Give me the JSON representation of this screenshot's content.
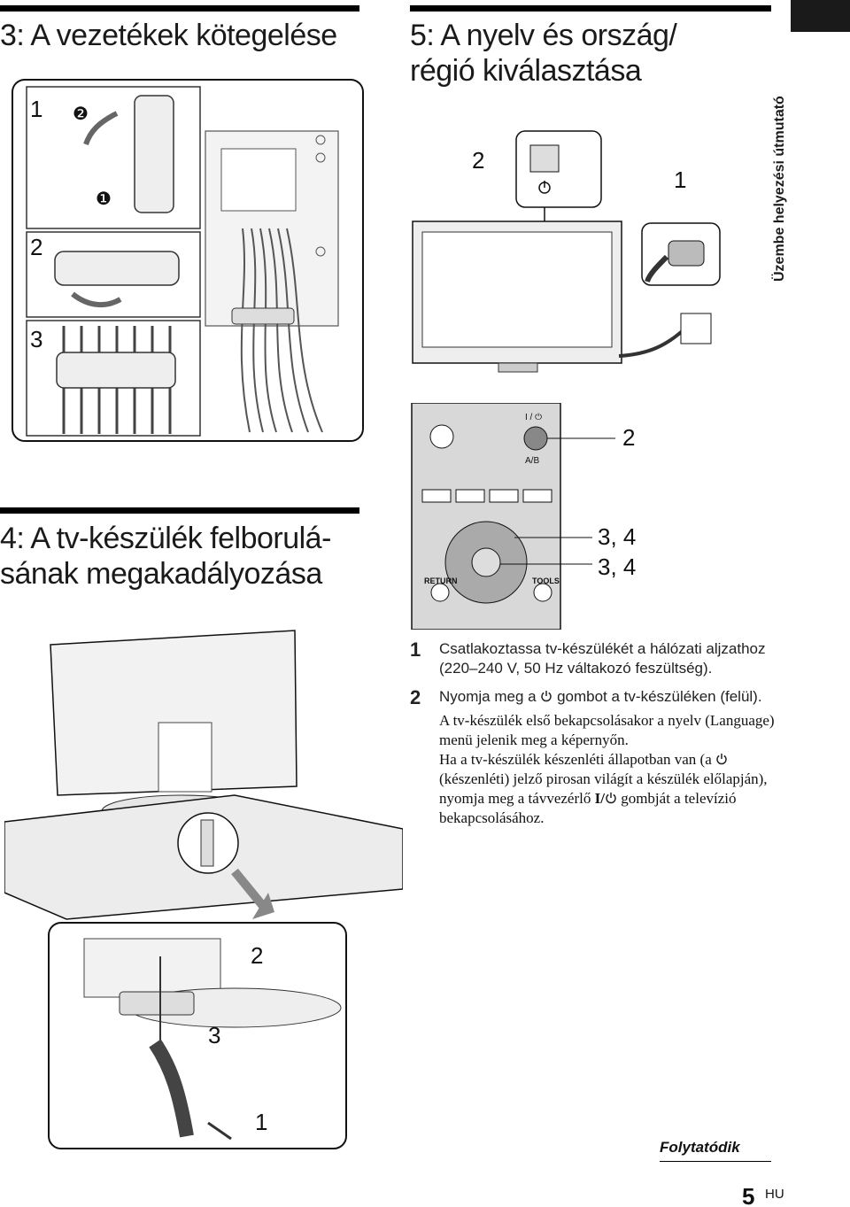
{
  "section3": {
    "title": "3: A vezetékek kötegelése",
    "callouts": {
      "c1": "1",
      "c2": "2",
      "c3": "3",
      "m1": "❶",
      "m2": "❷"
    }
  },
  "section5": {
    "title_line1": "5: A nyelv és ország/",
    "title_line2": "régió kiválasztása",
    "callouts": {
      "c2": "2",
      "c1": "1"
    }
  },
  "side": {
    "label": "Üzembe helyezési útmutató"
  },
  "remote": {
    "callout_power": "2",
    "callout_nav1": "3, 4",
    "callout_nav2": "3, 4",
    "power_label": "I / ⏻",
    "ab_label": "A/B",
    "return_label": "RETURN",
    "tools_label": "TOOLS"
  },
  "section4": {
    "title_line1": "4: A tv-készülék felborulá-",
    "title_line2": "sának megakadályozása",
    "callouts": {
      "c2": "2",
      "c3": "3",
      "c1": "1"
    }
  },
  "steps": [
    {
      "num": "1",
      "text": "Csatlakoztassa tv-készülékét a hálózati aljzathoz (220–240 V, 50 Hz váltakozó feszültség)."
    },
    {
      "num": "2",
      "text_before": "Nyomja meg a",
      "text_after": "gombot a tv-készüléken (felül).",
      "note_a": "A tv-készülék első bekapcsolásakor a nyelv (Language) menü jelenik meg a képernyőn.",
      "note_b_before": "Ha a tv-készülék készenléti állapotban van (a",
      "note_b_mid": "(készenléti) jelző pirosan világít a készülék előlapján), nyomja meg a távvezérlő",
      "note_b_sym": "I/",
      "note_b_after": "gombját a televízió bekapcsolásához."
    }
  ],
  "footer": {
    "continue": "Folytatódik",
    "page": "5",
    "lang": "HU"
  }
}
